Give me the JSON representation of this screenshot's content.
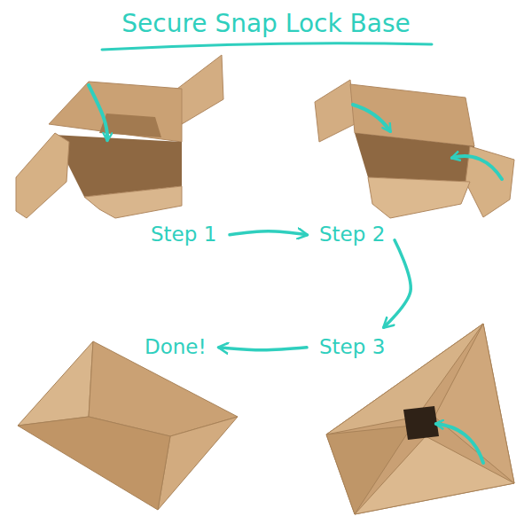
{
  "diagram": {
    "title": "Secure Snap Lock Base",
    "nodes": [
      {
        "text": [
          "Step 1"
        ]
      },
      {
        "text": [
          "Step 2"
        ]
      },
      {
        "text": [
          "Step 3"
        ]
      },
      {
        "text": [
          "Done!"
        ]
      }
    ],
    "edges": [
      {
        "from": 0,
        "to": 1,
        "arrow": "to"
      },
      {
        "from": 1,
        "to": 2,
        "arrow": "to"
      },
      {
        "from": 2,
        "to": 3,
        "arrow": "to"
      }
    ]
  }
}
